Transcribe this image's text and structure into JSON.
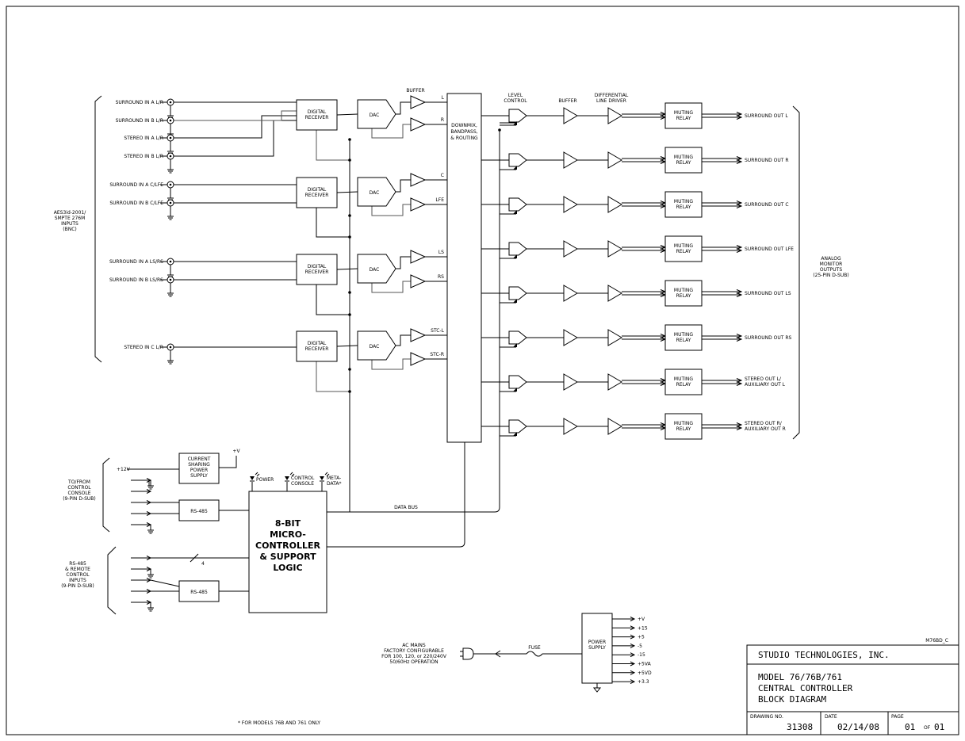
{
  "inputs": {
    "group_label": [
      "AES3id-2001/",
      "SMPTE 276M",
      "INPUTS",
      "(BNC)"
    ],
    "connectors": [
      "SURROUND IN A L/R",
      "SURROUND IN B L/R",
      "STEREO IN A L/R",
      "STEREO IN B L/R",
      "SURROUND IN A C/LFE",
      "SURROUND IN B C/LFE",
      "SURROUND IN A LS/RS",
      "SURROUND IN B LS/RS",
      "STEREO IN C L/R"
    ]
  },
  "receiver_label": [
    "DIGITAL",
    "RECEIVER"
  ],
  "dac_label": "DAC",
  "buffer_top_label": "BUFFER",
  "routing_label": [
    "DOWNMIX,",
    "BANDPASS,",
    "& ROUTING"
  ],
  "channels": [
    "L",
    "R",
    "C",
    "LFE",
    "LS",
    "RS",
    "STC-L",
    "STC-R"
  ],
  "level_control_label": [
    "LEVEL",
    "CONTROL"
  ],
  "buffer_label": "BUFFER",
  "line_driver_label": [
    "DIFFERENTIAL",
    "LINE DRIVER"
  ],
  "muting_relay_label": [
    "MUTING",
    "RELAY"
  ],
  "outputs": [
    [
      "SURROUND OUT L"
    ],
    [
      "SURROUND OUT R"
    ],
    [
      "SURROUND OUT C"
    ],
    [
      "SURROUND OUT LFE"
    ],
    [
      "SURROUND OUT LS"
    ],
    [
      "SURROUND OUT RS"
    ],
    [
      "STEREO OUT L/",
      "AUXILIARY OUT L"
    ],
    [
      "STEREO OUT R/",
      "AUXILIARY OUT R"
    ]
  ],
  "output_group_label": [
    "ANALOG",
    "MONITOR",
    "OUTPUTS",
    "(25-PIN D-SUB)"
  ],
  "current_sharing_label": [
    "CURRENT",
    "SHARING",
    "POWER",
    "SUPPLY"
  ],
  "plus_v_label": "+V",
  "plus_12v_label": "+12V",
  "console_label": [
    "TO/FROM",
    "CONTROL",
    "CONSOLE",
    "(9-PIN D-SUB)"
  ],
  "rs485_label": "RS-485",
  "remote_label": [
    "RS-485",
    "& REMOTE",
    "CONTROL",
    "INPUTS",
    "(9-PIN D-SUB)"
  ],
  "bus_width_label": "4",
  "controller_label": [
    "8-BIT",
    "MICRO-",
    "CONTROLLER",
    "& SUPPORT",
    "LOGIC"
  ],
  "led_labels": {
    "power": "POWER",
    "control_console": [
      "CONTROL",
      "CONSOLE"
    ],
    "metadata": [
      "META-",
      "DATA*"
    ]
  },
  "data_bus_label": "DATA BUS",
  "ac_mains_label": [
    "AC MAINS",
    "FACTORY CONFIGURABLE",
    "FOR 100, 120, or 220/240V",
    "50/60Hz OPERATION"
  ],
  "fuse_label": "FUSE",
  "power_supply_label": [
    "POWER",
    "SUPPLY"
  ],
  "power_rails": [
    "+V",
    "+15",
    "+5",
    "-5",
    "-15",
    "+5VA",
    "+5VD",
    "+3.3"
  ],
  "footnote": "* FOR MODELS 76B AND 761 ONLY",
  "title_block": {
    "ref": "M76BD_C",
    "company": "STUDIO TECHNOLOGIES, INC.",
    "title_lines": [
      "MODEL 76/76B/761",
      "CENTRAL CONTROLLER",
      "BLOCK DIAGRAM"
    ],
    "drawing_no_label": "DRAWING NO.",
    "drawing_no": "31308",
    "date_label": "DATE",
    "date": "02/14/08",
    "page_label": "PAGE",
    "page": "01",
    "page_of": "OF",
    "page_total": "01"
  }
}
